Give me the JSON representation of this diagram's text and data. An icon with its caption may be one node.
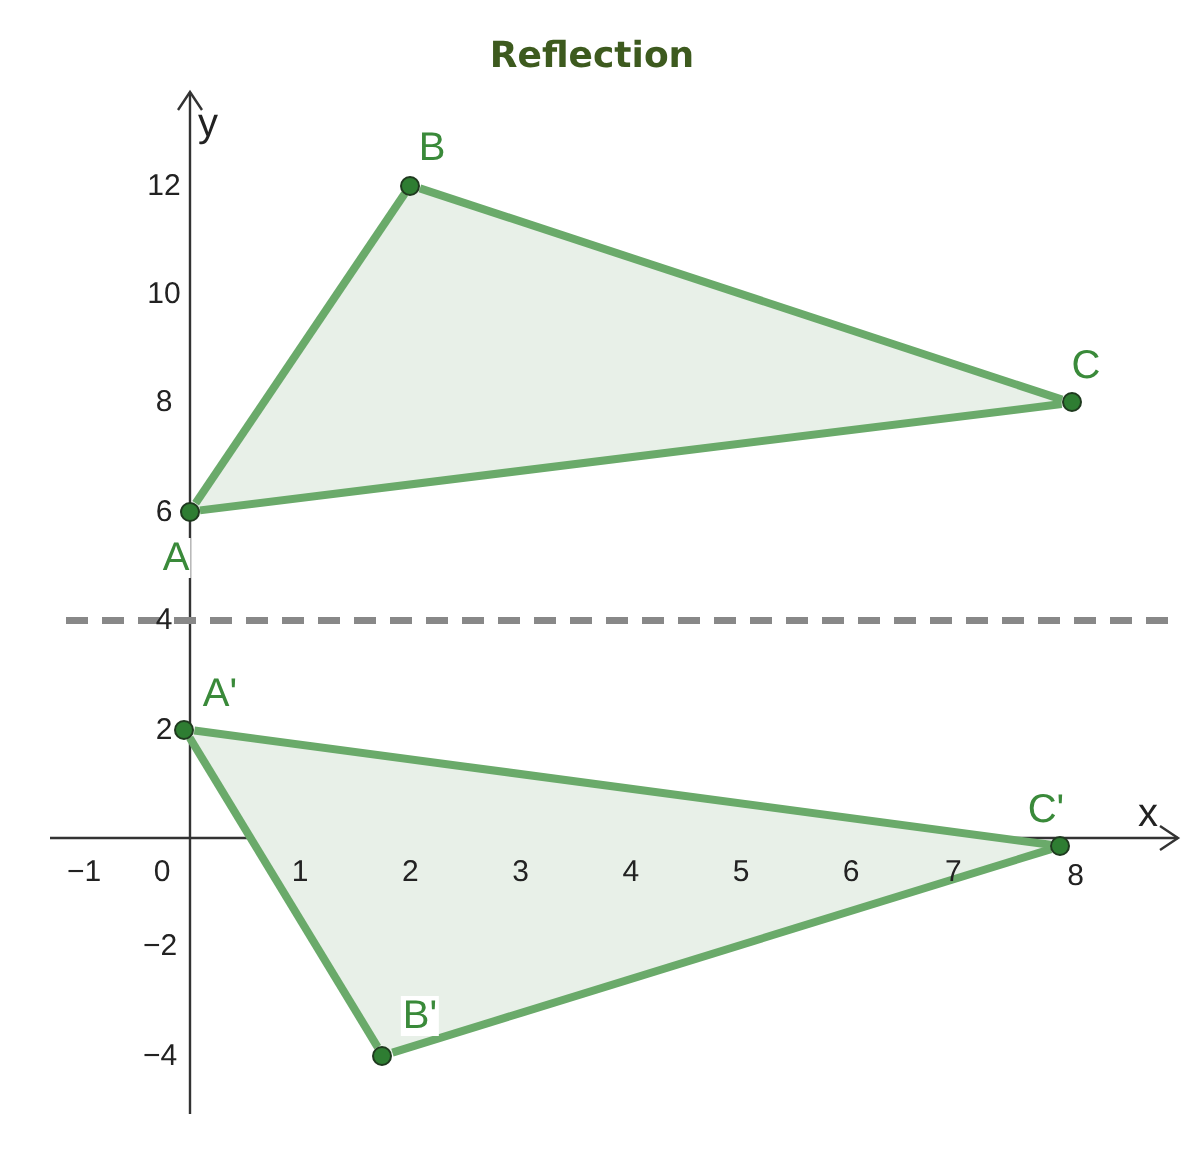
{
  "diagram": {
    "title": "Reflection",
    "nodes": [
      {
        "text": [],
        "shape": "circle",
        "beside": [
          "A"
        ]
      },
      {
        "text": [],
        "shape": "circle",
        "beside": [
          "B"
        ]
      },
      {
        "text": [],
        "shape": "circle",
        "beside": [
          "C"
        ]
      },
      {
        "text": [],
        "shape": "circle",
        "beside": [
          "A'"
        ]
      },
      {
        "text": [],
        "shape": "circle",
        "beside": [
          "B'"
        ]
      },
      {
        "text": [],
        "shape": "circle",
        "beside": [
          "C'"
        ]
      }
    ],
    "edges": [
      {
        "from": 0,
        "to": 1,
        "arrow": "none"
      },
      {
        "from": 1,
        "to": 2,
        "arrow": "none"
      },
      {
        "from": 2,
        "to": 0,
        "arrow": "none"
      },
      {
        "from": 3,
        "to": 4,
        "arrow": "none"
      },
      {
        "from": 4,
        "to": 5,
        "arrow": "none"
      },
      {
        "from": 5,
        "to": 3,
        "arrow": "none"
      }
    ],
    "labels": [
      "y",
      "12",
      "10",
      "8",
      "6",
      "4",
      "2",
      "x",
      "−1",
      "0",
      "1",
      "2",
      "3",
      "4",
      "5",
      "6",
      "7",
      "8",
      "−2",
      "−4"
    ]
  }
}
